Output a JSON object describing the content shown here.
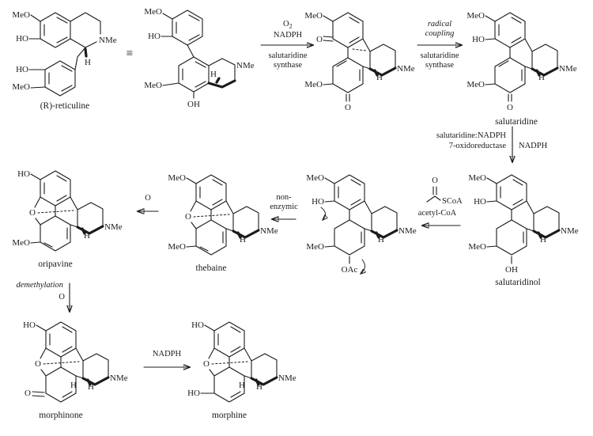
{
  "scheme": {
    "compounds": {
      "reticuline1": {
        "meo_top": "MeO",
        "ho_top": "HO",
        "ho_low": "HO",
        "meo_low": "MeO",
        "nme": "NMe",
        "h": "H",
        "caption": "(R)-reticuline"
      },
      "equiv_symbol": "≡",
      "reticuline2": {
        "meo_top": "MeO",
        "ho_top": "HO",
        "meo_low": "MeO",
        "oh": "OH",
        "nme": "NMe",
        "h": "H"
      },
      "dienone": {
        "meo_top": "MeO",
        "o_top": "O",
        "meo_low": "MeO",
        "o_bottom": "O",
        "nme": "NMe",
        "h": "H"
      },
      "salutaridine": {
        "meo_top": "MeO",
        "ho": "HO",
        "meo_low": "MeO",
        "o_bottom": "O",
        "nme": "NMe",
        "h": "H",
        "caption": "salutaridine"
      },
      "salutaridinol": {
        "meo_top": "MeO",
        "ho": "HO",
        "meo_low": "MeO",
        "oh": "OH",
        "nme": "NMe",
        "h": "H",
        "caption": "salutaridinol"
      },
      "acetate_intermediate": {
        "meo_top": "MeO",
        "ho": "HO",
        "meo_low": "MeO",
        "oac": "OAc",
        "nme": "NMe",
        "h": "H"
      },
      "thebaine": {
        "meo_top": "MeO",
        "o_bridge": "O",
        "meo_low": "MeO",
        "nme": "NMe",
        "h": "H",
        "caption": "thebaine"
      },
      "oripavine": {
        "ho_top": "HO",
        "o_bridge": "O",
        "meo_low": "MeO",
        "nme": "NMe",
        "h": "H",
        "caption": "oripavine"
      },
      "morphinone": {
        "ho_top": "HO",
        "o_bridge": "O",
        "o_ketone": "O",
        "nme": "NMe",
        "h1": "H",
        "h2": "H",
        "caption": "morphinone"
      },
      "morphine": {
        "ho_top": "HO",
        "o_bridge": "O",
        "ho_low": "HO",
        "nme": "NMe",
        "h1": "H",
        "h2": "H",
        "caption": "morphine"
      }
    },
    "steps": {
      "oxidation": {
        "o": "O",
        "sub": "2",
        "line2": "NADPH",
        "below1": "salutaridine",
        "below2": "synthase"
      },
      "coupling": {
        "line1": "radical",
        "line2": "coupling",
        "below1": "salutaridine",
        "below2": "synthase"
      },
      "reduction": {
        "left1": "salutaridine:NADPH",
        "left2": "7-oxidoreductase",
        "right": "NADPH"
      },
      "acetylation": {
        "o": "O",
        "scoa": "SCoA",
        "label": "acetyl-CoA"
      },
      "elimination": {
        "line1": "non-",
        "line2": "enzymic"
      },
      "demethylation1": {
        "label": "O"
      },
      "demethylation2": {
        "label": "demethylation",
        "o": "O"
      },
      "final_reduction": {
        "label": "NADPH"
      }
    }
  }
}
